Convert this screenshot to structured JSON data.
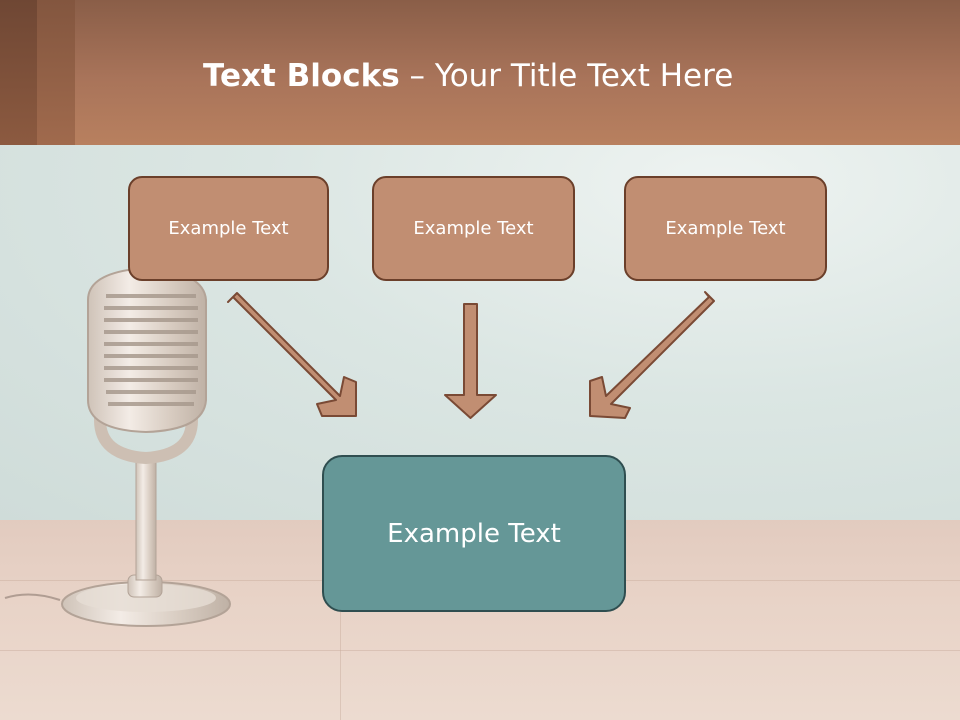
{
  "slide": {
    "title_bold": "Text Blocks",
    "title_rest": "– Your Title Text Here",
    "boxes": [
      {
        "label": "Example Text"
      },
      {
        "label": "Example Text"
      },
      {
        "label": "Example Text"
      }
    ],
    "target": {
      "label": "Example Text"
    }
  },
  "colors": {
    "header": "#a9745a",
    "box_fill": "#c18e72",
    "box_border": "#6b3f2a",
    "target_fill": "#659797",
    "target_border": "#2f4e50",
    "arrow_fill": "#c18e72"
  }
}
